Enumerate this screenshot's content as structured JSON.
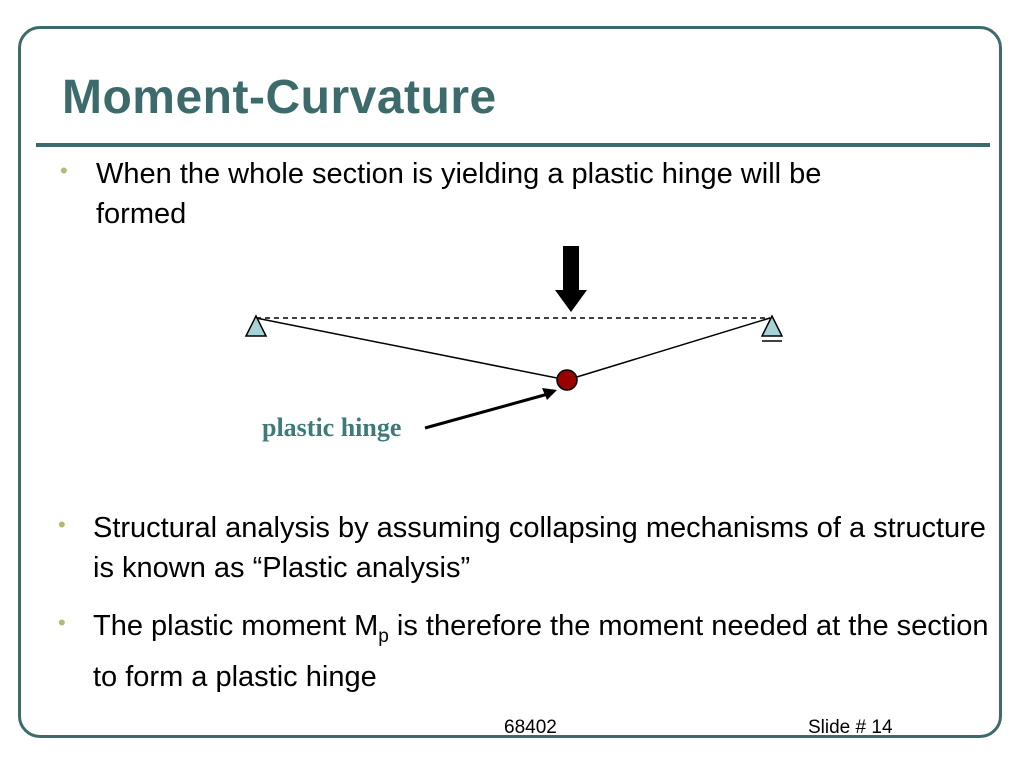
{
  "slide": {
    "title": "Moment-Curvature",
    "bullets": [
      {
        "text": "When the whole section is yielding a plastic hinge will be formed"
      },
      {
        "text": "Structural analysis by assuming collapsing mechanisms of a structure is known as “Plastic analysis”"
      },
      {
        "text_before": "The plastic moment M",
        "subscript": "p",
        "text_after": " is therefore the moment needed at the section to form a plastic hinge"
      }
    ],
    "diagram": {
      "hinge_label": "plastic hinge",
      "colors": {
        "support": "#a7d3d6",
        "hinge": "#9b0000",
        "label": "#3d7b7b"
      }
    },
    "footer": {
      "center": "68402",
      "right": "Slide # 14"
    }
  },
  "colors": {
    "accent": "#3d6b6b",
    "bullet": "#b8b876"
  }
}
